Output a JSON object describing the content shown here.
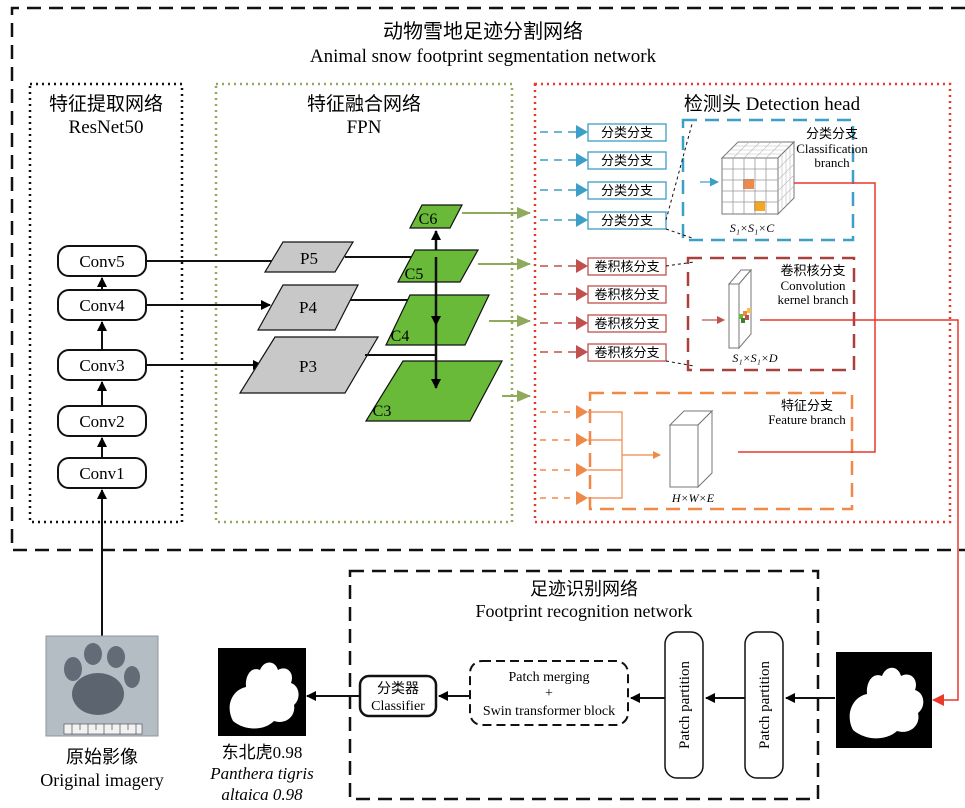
{
  "seg_network": {
    "title_cn": "动物雪地足迹分割网络",
    "title_en": "Animal snow footprint segmentation network"
  },
  "backbone": {
    "title_cn": "特征提取网络",
    "title_en": "ResNet50",
    "layers": [
      "Conv5",
      "Conv4",
      "Conv3",
      "Conv2",
      "Conv1"
    ]
  },
  "fpn": {
    "title_cn": "特征融合网络",
    "title_en": "FPN",
    "p_levels": [
      "P5",
      "P4",
      "P3"
    ],
    "c_levels": [
      "C6",
      "C5",
      "C4",
      "C3"
    ]
  },
  "head": {
    "title": "检测头 Detection head",
    "cls_branch_label": "分类分支",
    "cls_title_cn": "分类分支",
    "cls_title_en_1": "Classification",
    "cls_title_en_2": "branch",
    "cls_dims": "S₁×S₁×C",
    "kernel_branch_label": "卷积核分支",
    "kernel_title_cn": "卷积核分支",
    "kernel_title_en_1": "Convolution",
    "kernel_title_en_2": "kernel branch",
    "kernel_dims": "S₁×S₁×D",
    "feat_title_cn": "特征分支",
    "feat_title_en": "Feature branch",
    "feat_dims": "H×W×E"
  },
  "rec_network": {
    "title_cn": "足迹识别网络",
    "title_en": "Footprint recognition network",
    "patch_partition": "Patch partition",
    "merge_1": "Patch merging",
    "merge_plus": "+",
    "merge_2": "Swin transformer block",
    "classifier_cn": "分类器",
    "classifier_en": "Classifier"
  },
  "input": {
    "label_cn": "原始影像",
    "label_en": "Original imagery"
  },
  "result": {
    "label_cn": "东北虎0.98",
    "label_species": "Panthera tigris",
    "label_sub": "altaica 0.98"
  },
  "colors": {
    "cls": "#3d9fc7",
    "kernel": "#c0504d",
    "feat": "#f0884a",
    "fpn_green": "#6aba3a",
    "fpn_gray": "#c8c8c8",
    "red": "#e8392b",
    "olive": "#8faa5a"
  }
}
